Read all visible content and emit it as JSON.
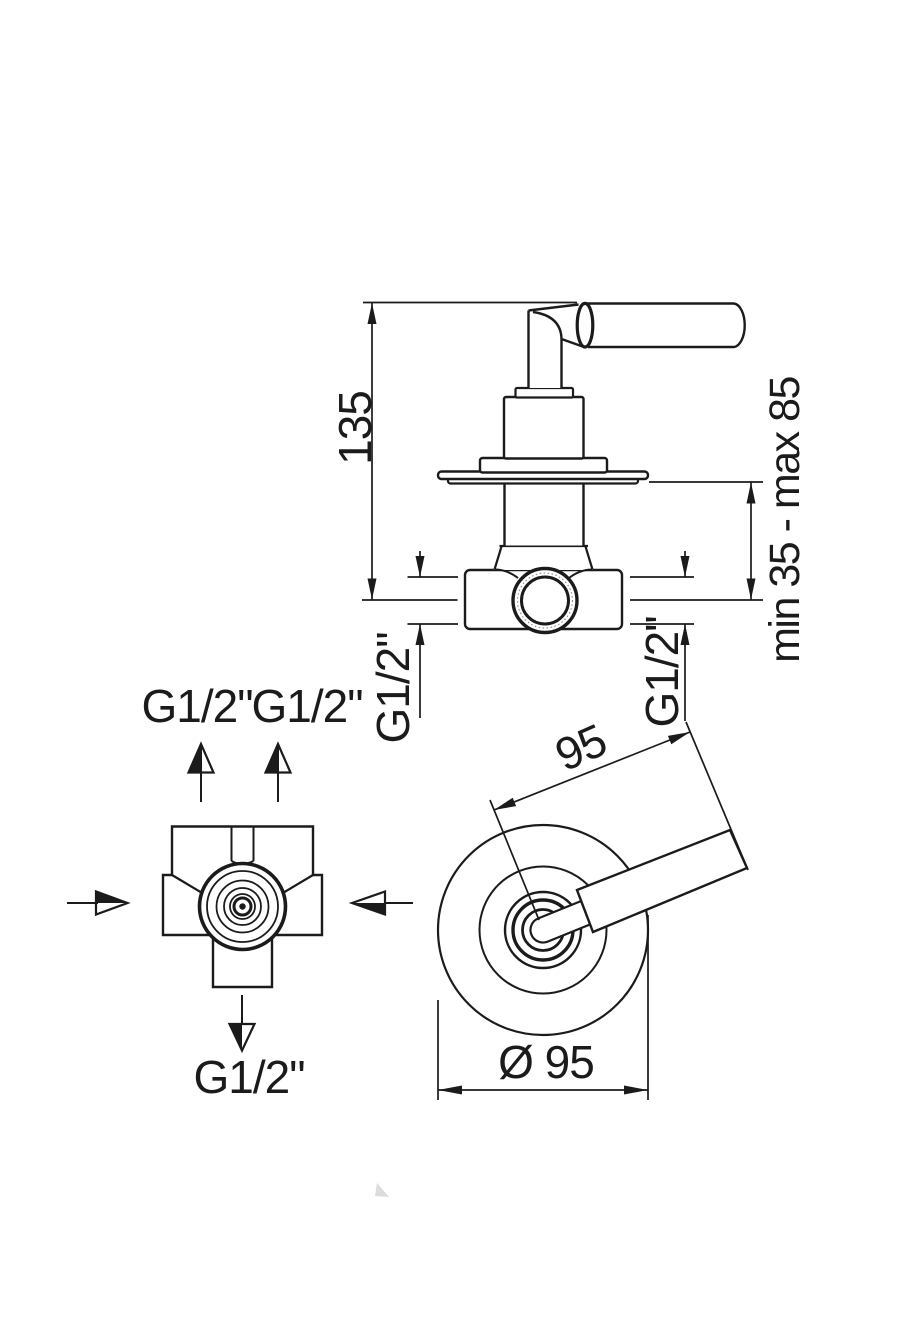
{
  "drawing": {
    "type": "technical dimensional drawing - concealed shower valve with lever handle",
    "colors": {
      "line": "#1b1b1b",
      "background": "#ffffff",
      "watermark": "#dcdcdc"
    },
    "side_view": {
      "labels": {
        "overall_height": "135",
        "install_depth": "min 35 - max 85",
        "port_left": "G1/2\"",
        "port_right": "G1/2\""
      }
    },
    "back_view": {
      "labels": {
        "outlet_top_left": "G1/2\"",
        "outlet_top_right": "G1/2\"",
        "outlet_bottom": "G1/2\""
      }
    },
    "front_view": {
      "labels": {
        "handle_length": "95",
        "plate_diameter": "Ø 95"
      }
    }
  }
}
